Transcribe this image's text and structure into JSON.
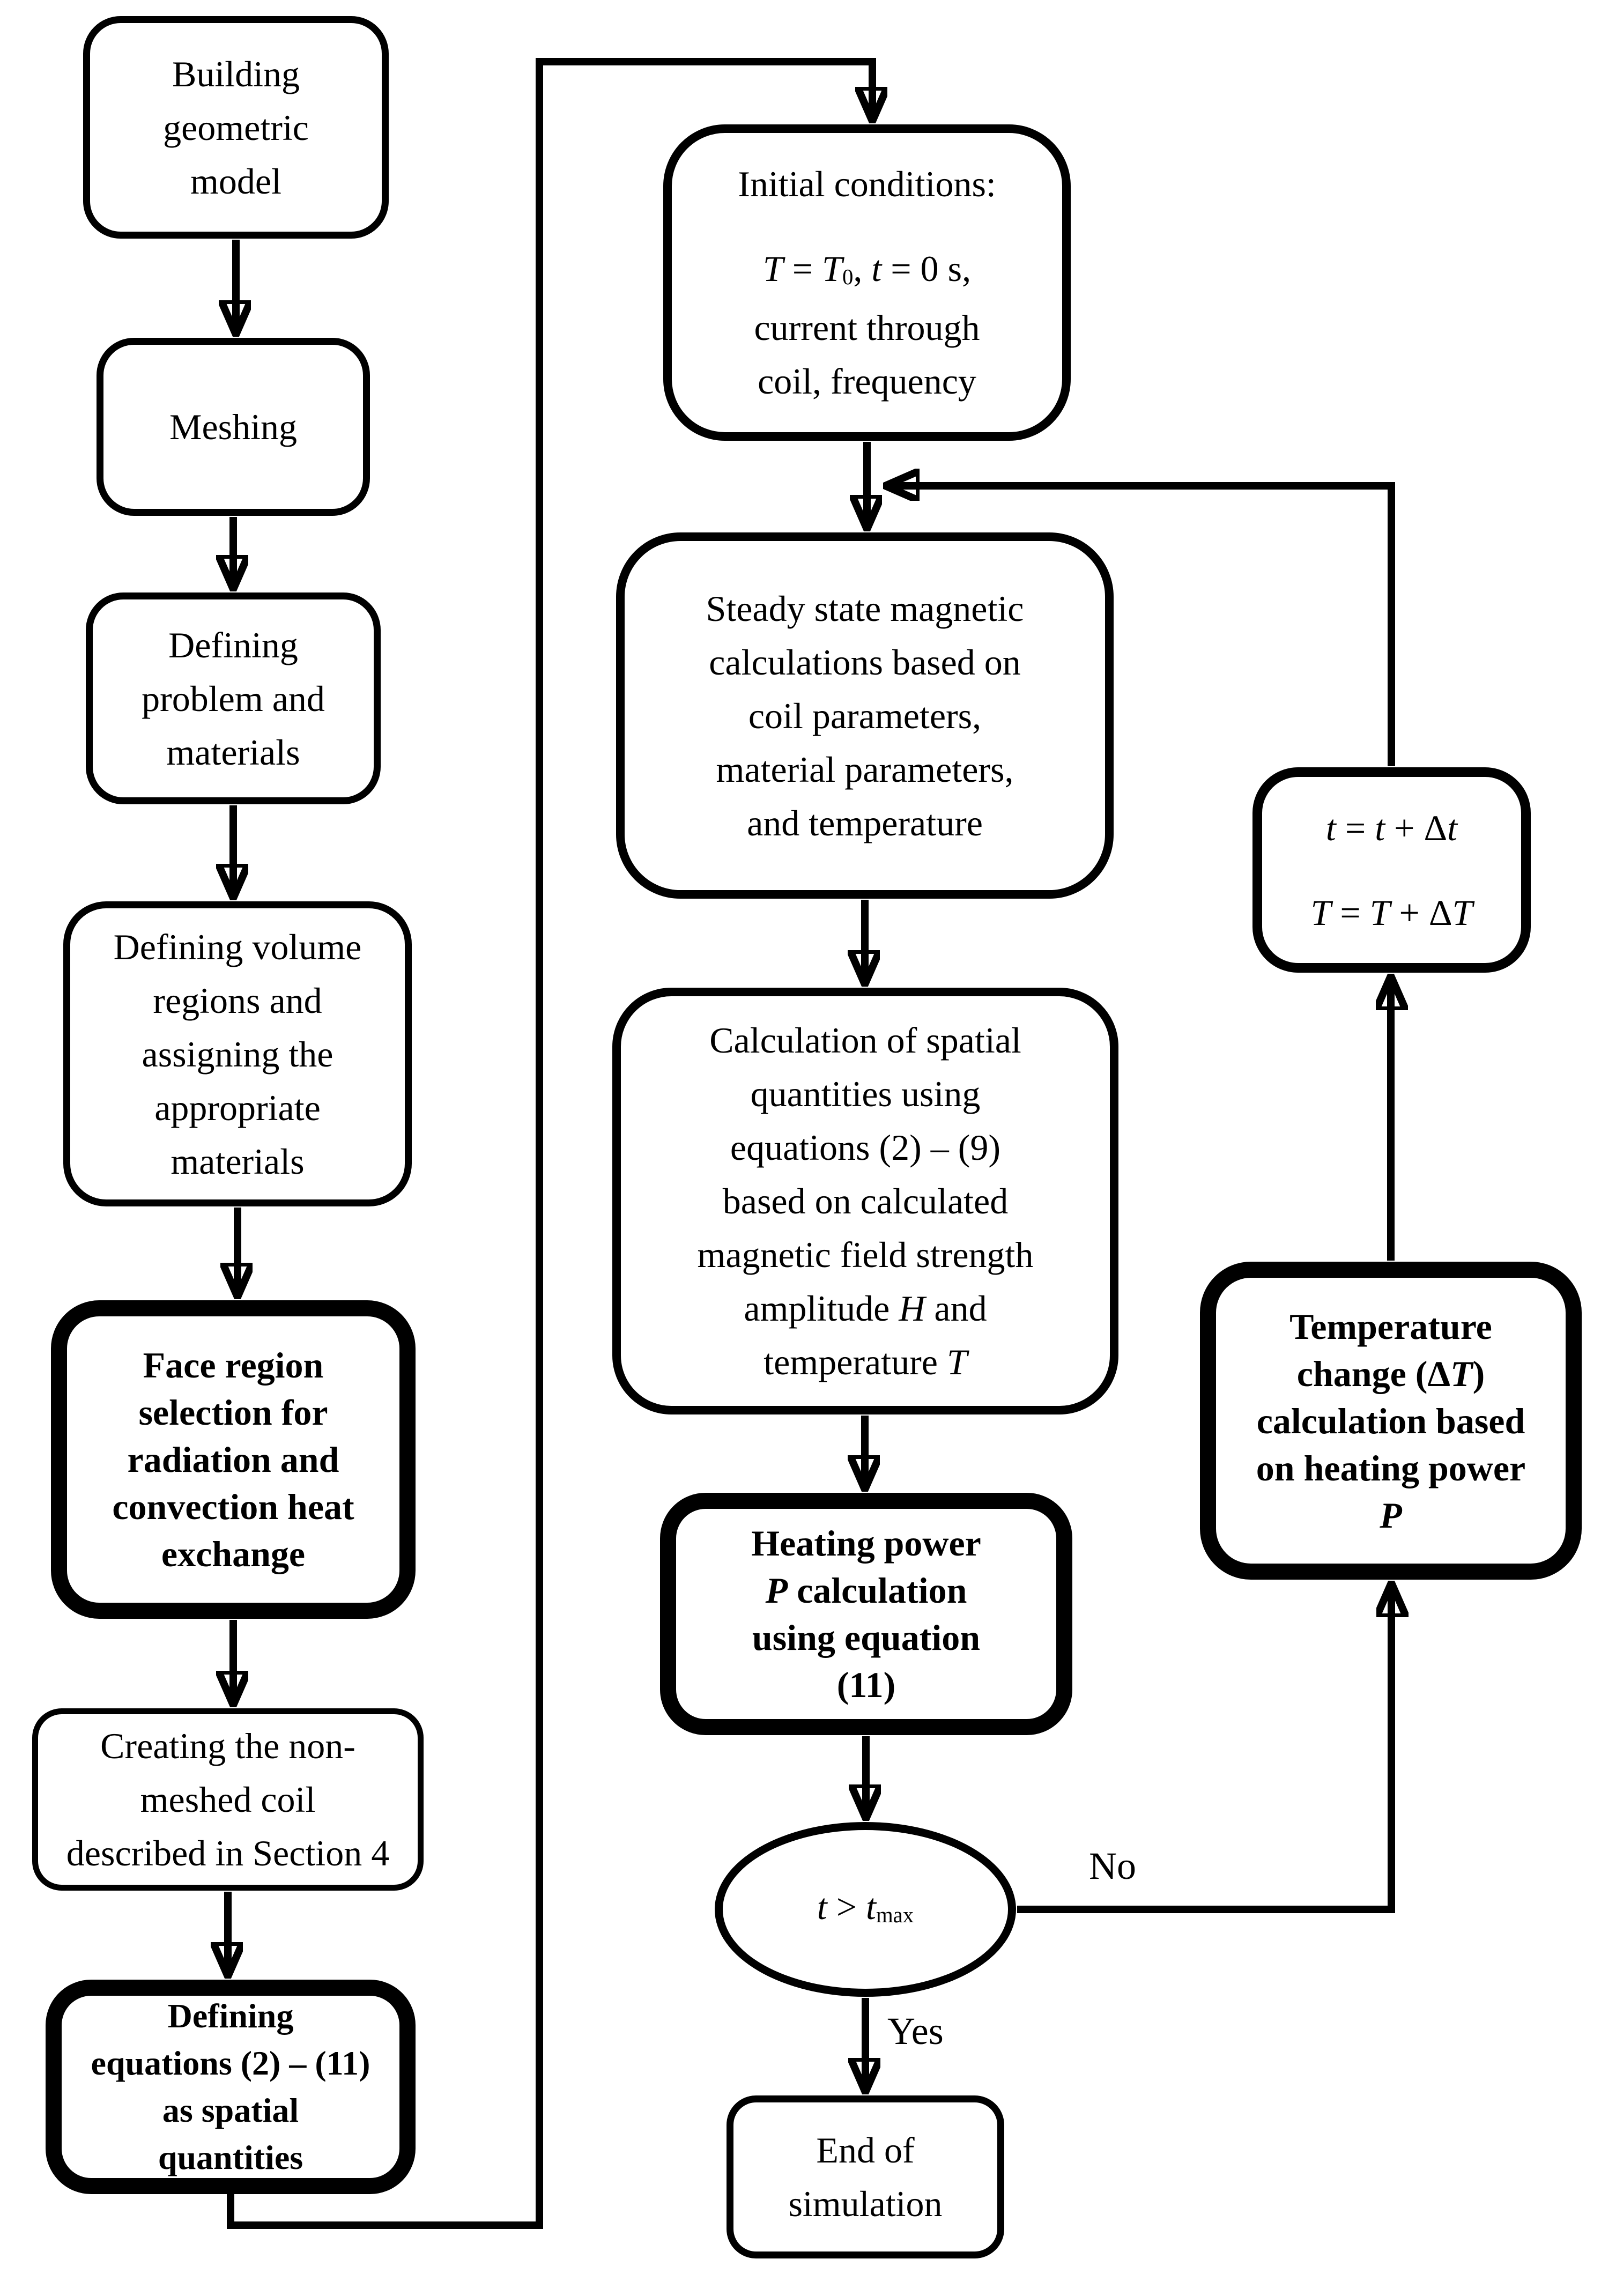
{
  "figure": {
    "type": "flowchart",
    "background": "#ffffff",
    "stroke_color": "#000000"
  },
  "labels": {
    "no": "No",
    "yes": "Yes"
  },
  "nodes": {
    "building": {
      "lines": [
        [
          {
            "t": "Building"
          }
        ],
        [
          {
            "t": "geometric"
          }
        ],
        [
          {
            "t": "model"
          }
        ]
      ]
    },
    "meshing": {
      "lines": [
        [
          {
            "t": "Meshing"
          }
        ]
      ]
    },
    "defining_problem": {
      "lines": [
        [
          {
            "t": "Defining"
          }
        ],
        [
          {
            "t": "problem and"
          }
        ],
        [
          {
            "t": "materials"
          }
        ]
      ]
    },
    "defining_volume": {
      "lines": [
        [
          {
            "t": "Defining volume"
          }
        ],
        [
          {
            "t": "regions and"
          }
        ],
        [
          {
            "t": "assigning the"
          }
        ],
        [
          {
            "t": "appropriate"
          }
        ],
        [
          {
            "t": "materials"
          }
        ]
      ]
    },
    "face_region": {
      "lines": [
        [
          {
            "t": "Face region"
          }
        ],
        [
          {
            "t": "selection for"
          }
        ],
        [
          {
            "t": "radiation and"
          }
        ],
        [
          {
            "t": "convection heat"
          }
        ],
        [
          {
            "t": "exchange"
          }
        ]
      ]
    },
    "creating_coil": {
      "lines": [
        [
          {
            "t": "Creating the non-"
          }
        ],
        [
          {
            "t": "meshed coil"
          }
        ],
        [
          {
            "t": "described in Section 4"
          }
        ]
      ]
    },
    "defining_equations": {
      "lines": [
        [
          {
            "t": "Defining"
          }
        ],
        [
          {
            "t": "equations (2) – (11)"
          }
        ],
        [
          {
            "t": "as spatial"
          }
        ],
        [
          {
            "t": "quantities"
          }
        ]
      ]
    },
    "initial_conditions": {
      "lines": [
        [
          {
            "t": "Initial conditions:"
          }
        ],
        [],
        [
          {
            "t": "T",
            "i": 1
          },
          {
            "t": " = "
          },
          {
            "t": "T",
            "i": 1
          },
          {
            "t": "0",
            "s": 1
          },
          {
            "t": ", "
          },
          {
            "t": "t",
            "i": 1
          },
          {
            "t": " = 0 s,"
          }
        ],
        [
          {
            "t": "current through"
          }
        ],
        [
          {
            "t": "coil, frequency"
          }
        ]
      ]
    },
    "steady_state": {
      "lines": [
        [
          {
            "t": "Steady state magnetic"
          }
        ],
        [
          {
            "t": "calculations based on"
          }
        ],
        [
          {
            "t": "coil parameters,"
          }
        ],
        [
          {
            "t": "material parameters,"
          }
        ],
        [
          {
            "t": "and temperature"
          }
        ]
      ]
    },
    "spatial_calculation": {
      "lines": [
        [
          {
            "t": "Calculation of spatial"
          }
        ],
        [
          {
            "t": "quantities using"
          }
        ],
        [
          {
            "t": "equations (2) – (9)"
          }
        ],
        [
          {
            "t": "based on calculated"
          }
        ],
        [
          {
            "t": "magnetic field strength"
          }
        ],
        [
          {
            "t": "amplitude "
          },
          {
            "t": "H",
            "i": 1
          },
          {
            "t": " and"
          }
        ],
        [
          {
            "t": "temperature "
          },
          {
            "t": "T",
            "i": 1
          }
        ]
      ]
    },
    "heating_power": {
      "lines": [
        [
          {
            "t": "Heating power"
          }
        ],
        [
          {
            "t": "P",
            "i": 1
          },
          {
            "t": " calculation"
          }
        ],
        [
          {
            "t": "using equation"
          }
        ],
        [
          {
            "t": "(11)"
          }
        ]
      ]
    },
    "decision": {
      "lines": [
        [
          {
            "t": "t",
            "i": 1
          },
          {
            "t": " > "
          },
          {
            "t": "t",
            "i": 1
          },
          {
            "t": "max",
            "s": 1
          }
        ]
      ]
    },
    "end_simulation": {
      "lines": [
        [
          {
            "t": "End of"
          }
        ],
        [
          {
            "t": "simulation"
          }
        ]
      ]
    },
    "time_step": {
      "lines": [
        [
          {
            "t": "t",
            "i": 1
          },
          {
            "t": " = "
          },
          {
            "t": "t",
            "i": 1
          },
          {
            "t": " + Δ"
          },
          {
            "t": "t",
            "i": 1
          }
        ],
        [],
        [
          {
            "t": "T",
            "i": 1
          },
          {
            "t": " = "
          },
          {
            "t": "T",
            "i": 1
          },
          {
            "t": " + Δ"
          },
          {
            "t": "T",
            "i": 1
          }
        ]
      ]
    },
    "temperature_change": {
      "lines": [
        [
          {
            "t": "Temperature"
          }
        ],
        [
          {
            "t": "change (Δ"
          },
          {
            "t": "T",
            "i": 1
          },
          {
            "t": ")"
          }
        ],
        [
          {
            "t": "calculation based"
          }
        ],
        [
          {
            "t": "on heating power"
          }
        ],
        [
          {
            "t": "P",
            "i": 1
          }
        ]
      ]
    }
  }
}
